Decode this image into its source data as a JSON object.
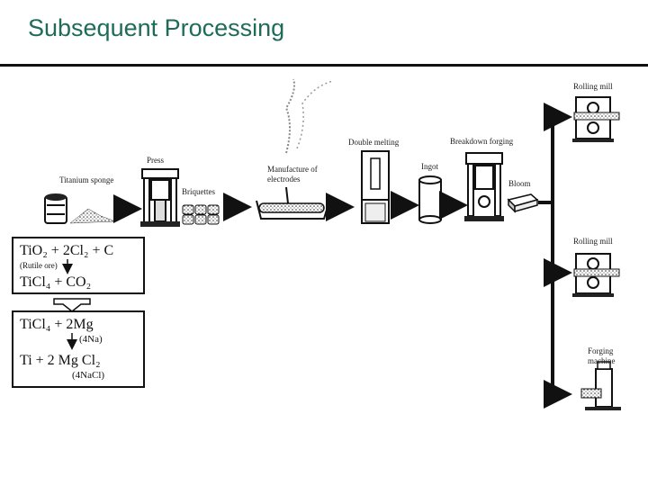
{
  "slide": {
    "title": "Subsequent Processing"
  },
  "diagram": {
    "labels": {
      "sponge": "Titanium sponge",
      "press": "Press",
      "briquettes": "Briquettes",
      "electrodes_1": "Manufacture of",
      "electrodes_2": "electrodes",
      "double_melting": "Double melting",
      "ingot": "Ingot",
      "breakdown": "Breakdown forging",
      "bloom": "Bloom",
      "rolling1": "Rolling mill",
      "rolling2": "Rolling mill",
      "forging_1": "Forging",
      "forging_2": "machine"
    },
    "eq1": {
      "line1": "TiO₂ + 2Cl₂ + C",
      "note": "(Rutile ore)",
      "line2": "TiCl₄ + CO₂"
    },
    "eq2": {
      "line1": "TiCl₄ + 2Mg",
      "note1": "(4Na)",
      "line2": "Ti + 2 Mg Cl₂",
      "note2": "(4NaCl)"
    }
  }
}
